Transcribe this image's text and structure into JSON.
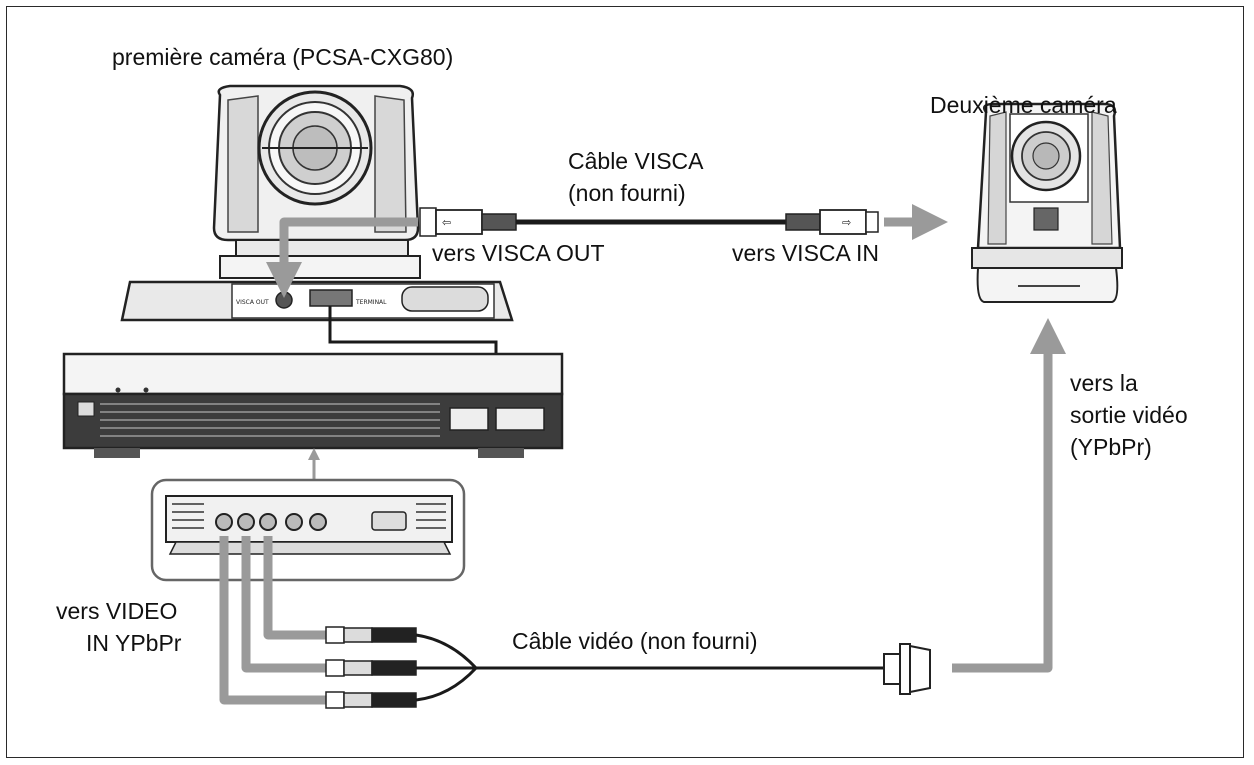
{
  "labels": {
    "first_camera": "première caméra (PCSA-CXG80)",
    "second_camera": "Deuxième caméra",
    "visca_cable_line1": "Câble VISCA",
    "visca_cable_line2": "(non fourni)",
    "to_visca_out": "vers VISCA OUT",
    "to_visca_in": "vers VISCA IN",
    "to_video_out_line1": "vers la",
    "to_video_out_line2": "sortie vidéo",
    "to_video_out_line3": "(YPbPr)",
    "to_video_in_line1": "vers VIDEO",
    "to_video_in_line2": "IN YPbPr",
    "video_cable": "Câble vidéo (non fourni)"
  },
  "colors": {
    "line": "#1a1a1a",
    "arrow_gray": "#9a9a9a",
    "device_dark": "#3a3a3a",
    "device_light": "#f2f2f2"
  }
}
